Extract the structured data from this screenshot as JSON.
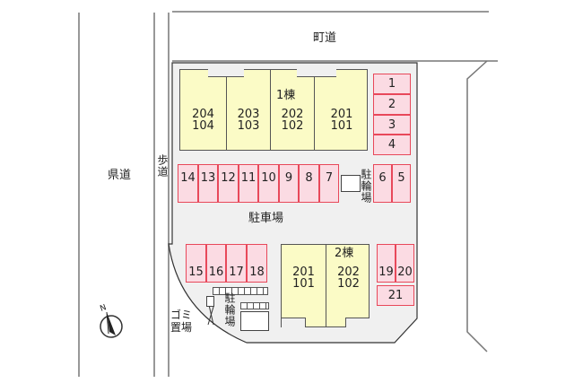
{
  "roads": {
    "prefectural": "県道",
    "town": "町道",
    "sidewalk": "歩道"
  },
  "building1": {
    "name": "1棟",
    "units": [
      [
        "204",
        "104"
      ],
      [
        "203",
        "103"
      ],
      [
        "202",
        "102"
      ],
      [
        "201",
        "101"
      ]
    ]
  },
  "building2": {
    "name": "2棟",
    "units": [
      [
        "201",
        "101"
      ],
      [
        "202",
        "102"
      ]
    ]
  },
  "parking_label": "駐車場",
  "bike_label": "駐輪場",
  "garbage_label": "ゴミ置場",
  "compass": "N",
  "spaces": {
    "right_column": [
      "1",
      "2",
      "3",
      "4"
    ],
    "top_row": [
      "14",
      "13",
      "12",
      "11",
      "10",
      "9",
      "8",
      "7"
    ],
    "top_right": [
      "6",
      "5"
    ],
    "bottom_left": [
      "15",
      "16",
      "17",
      "18"
    ],
    "bottom_right": [
      "19",
      "20"
    ],
    "bottom_single": "21"
  },
  "colors": {
    "building": "#fbfbc6",
    "parking": "#fbdbe3",
    "parking_border": "#e8485a",
    "lot": "#f0f0f0"
  }
}
